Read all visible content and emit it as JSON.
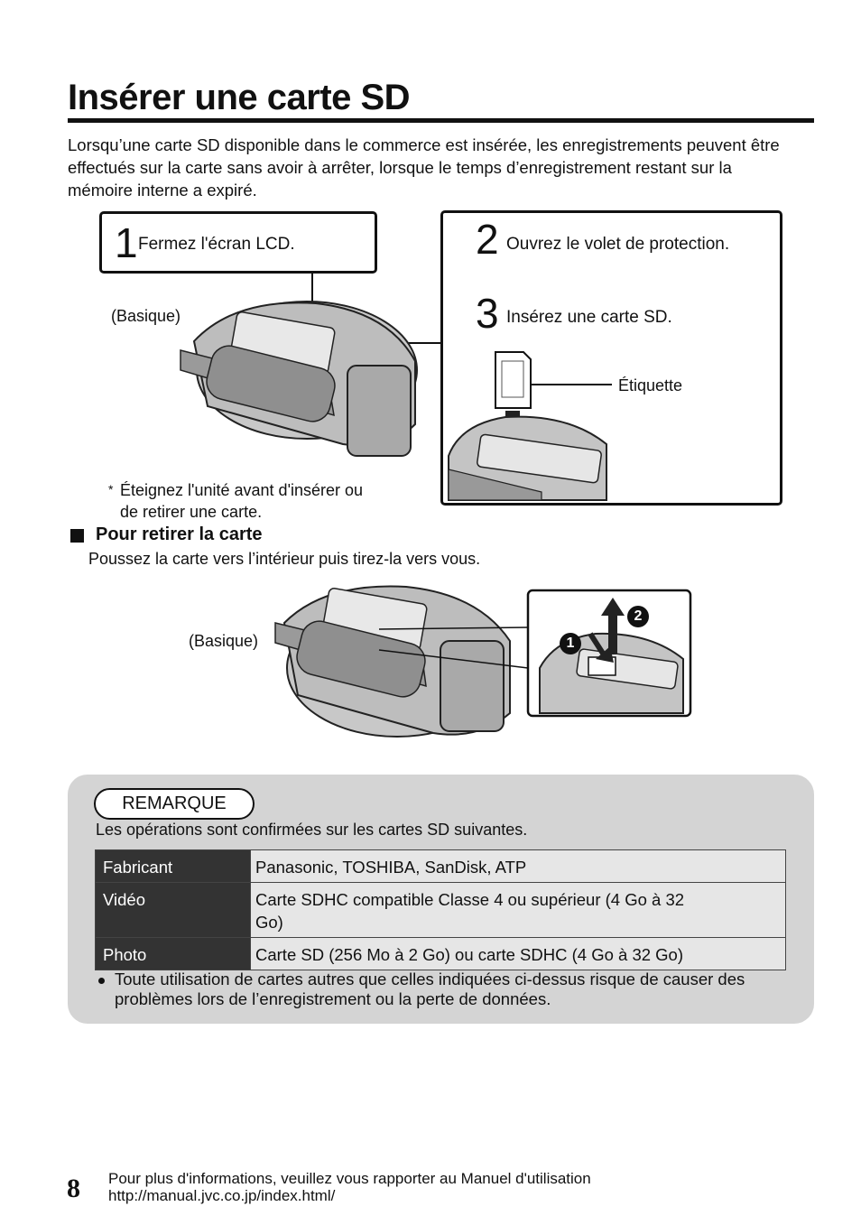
{
  "title": "Insérer une carte SD",
  "intro": "Lorsqu’une carte SD disponible dans le commerce est insérée, les enregistrements peuvent être effectués sur la carte sans avoir à arrêter, lorsque le temps d’enregistrement restant sur la mémoire interne a expiré.",
  "steps": [
    {
      "num": "1",
      "text": "Fermez l'écran LCD."
    },
    {
      "num": "2",
      "text": "Ouvrez le volet de protection."
    },
    {
      "num": "3",
      "text": "Insérez une carte SD."
    }
  ],
  "basique_label": "(Basique)",
  "etiquette_label": "Étiquette",
  "warning_note": {
    "star": "*",
    "line1": "Éteignez l'unité avant d'insérer ou",
    "line2": "de retirer une carte."
  },
  "remove_section": {
    "heading": "Pour retirer la carte",
    "text": "Poussez la carte vers l’intérieur puis tirez-la vers vous.",
    "callout_1": "1",
    "callout_2": "2"
  },
  "remarque": {
    "label": "REMARQUE",
    "intro": "Les opérations sont confirmées sur les cartes SD suivantes.",
    "table": [
      {
        "key": "Fabricant",
        "value": "Panasonic, TOSHIBA, SanDisk, ATP"
      },
      {
        "key": "Vidéo",
        "value": "Carte SDHC compatible Classe 4 ou supérieur (4 Go à 32 Go)"
      },
      {
        "key": "Photo",
        "value": "Carte SD (256 Mo à 2 Go) ou carte SDHC (4 Go à 32 Go)"
      }
    ],
    "bullet": "Toute utilisation de cartes autres que celles indiquées ci-dessus risque de causer des problèmes lors de l’enregistrement ou la perte de données."
  },
  "footer": {
    "page_number": "8",
    "line1": "Pour plus d'informations, veuillez vous rapporter au Manuel d'utilisation",
    "line2": "http://manual.jvc.co.jp/index.html/"
  }
}
